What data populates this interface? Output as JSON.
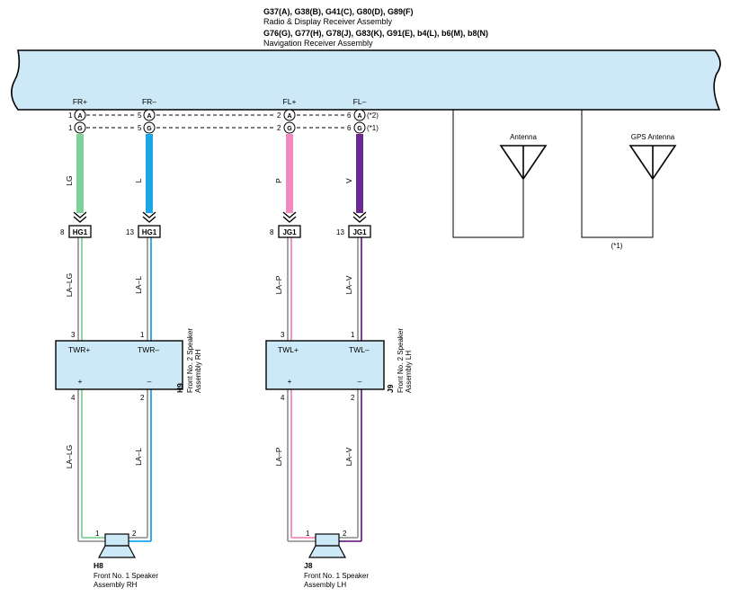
{
  "receiver": {
    "line1": "G37(A), G38(B), G41(C), G80(D), G89(F)",
    "line2": "Radio & Display Receiver Assembly",
    "line3": "G76(G), G77(H), G78(J), G83(K), G91(E), b4(L), b6(M), b8(N)",
    "line4": "Navigation Receiver Assembly"
  },
  "terminals": [
    {
      "name": "FR+",
      "pin_a": "1",
      "pin_g": "1"
    },
    {
      "name": "FR–",
      "pin_a": "5",
      "pin_g": "5"
    },
    {
      "name": "FL+",
      "pin_a": "2",
      "pin_g": "2"
    },
    {
      "name": "FL–",
      "pin_a": "6",
      "pin_g": "6"
    }
  ],
  "circle_a": "A",
  "circle_g": "G",
  "note_a": "(*2)",
  "note_g": "(*1)",
  "wires": [
    {
      "color_code": "LG",
      "color": "#7fd19a"
    },
    {
      "color_code": "L",
      "color": "#1aa6e8"
    },
    {
      "color_code": "P",
      "color": "#f08ac0"
    },
    {
      "color_code": "V",
      "color": "#6b2a8e"
    }
  ],
  "junctions": [
    {
      "pin": "8",
      "label": "HG1"
    },
    {
      "pin": "13",
      "label": "HG1"
    },
    {
      "pin": "8",
      "label": "JG1"
    },
    {
      "pin": "13",
      "label": "JG1"
    }
  ],
  "lower_wires": [
    "LA–LG",
    "LA–L",
    "LA–P",
    "LA–V"
  ],
  "tweeter_rh": {
    "code": "H9",
    "name_line1": "Front No. 2 Speaker",
    "name_line2": "Assembly RH",
    "term_plus": "TWR+",
    "term_minus": "TWR–",
    "pin_top_left": "3",
    "pin_top_right": "1",
    "pin_bottom_left": "4",
    "pin_bottom_right": "2",
    "sign_plus": "+",
    "sign_minus": "–"
  },
  "tweeter_lh": {
    "code": "J9",
    "name_line1": "Front No. 2 Speaker",
    "name_line2": "Assembly LH",
    "term_plus": "TWL+",
    "term_minus": "TWL–",
    "pin_top_left": "3",
    "pin_top_right": "1",
    "pin_bottom_left": "4",
    "pin_bottom_right": "2",
    "sign_plus": "+",
    "sign_minus": "–"
  },
  "speaker_rh": {
    "code": "H8",
    "name_line1": "Front No. 1 Speaker",
    "name_line2": "Assembly RH",
    "pin1": "1",
    "pin2": "2"
  },
  "speaker_lh": {
    "code": "J8",
    "name_line1": "Front No. 1 Speaker",
    "name_line2": "Assembly LH",
    "pin1": "1",
    "pin2": "2"
  },
  "antenna": {
    "label": "Antenna"
  },
  "gps_antenna": {
    "label": "GPS Antenna"
  },
  "antenna_note": "(*1)",
  "colors": {
    "box_fill": "#cde9f7",
    "line": "#000000"
  }
}
